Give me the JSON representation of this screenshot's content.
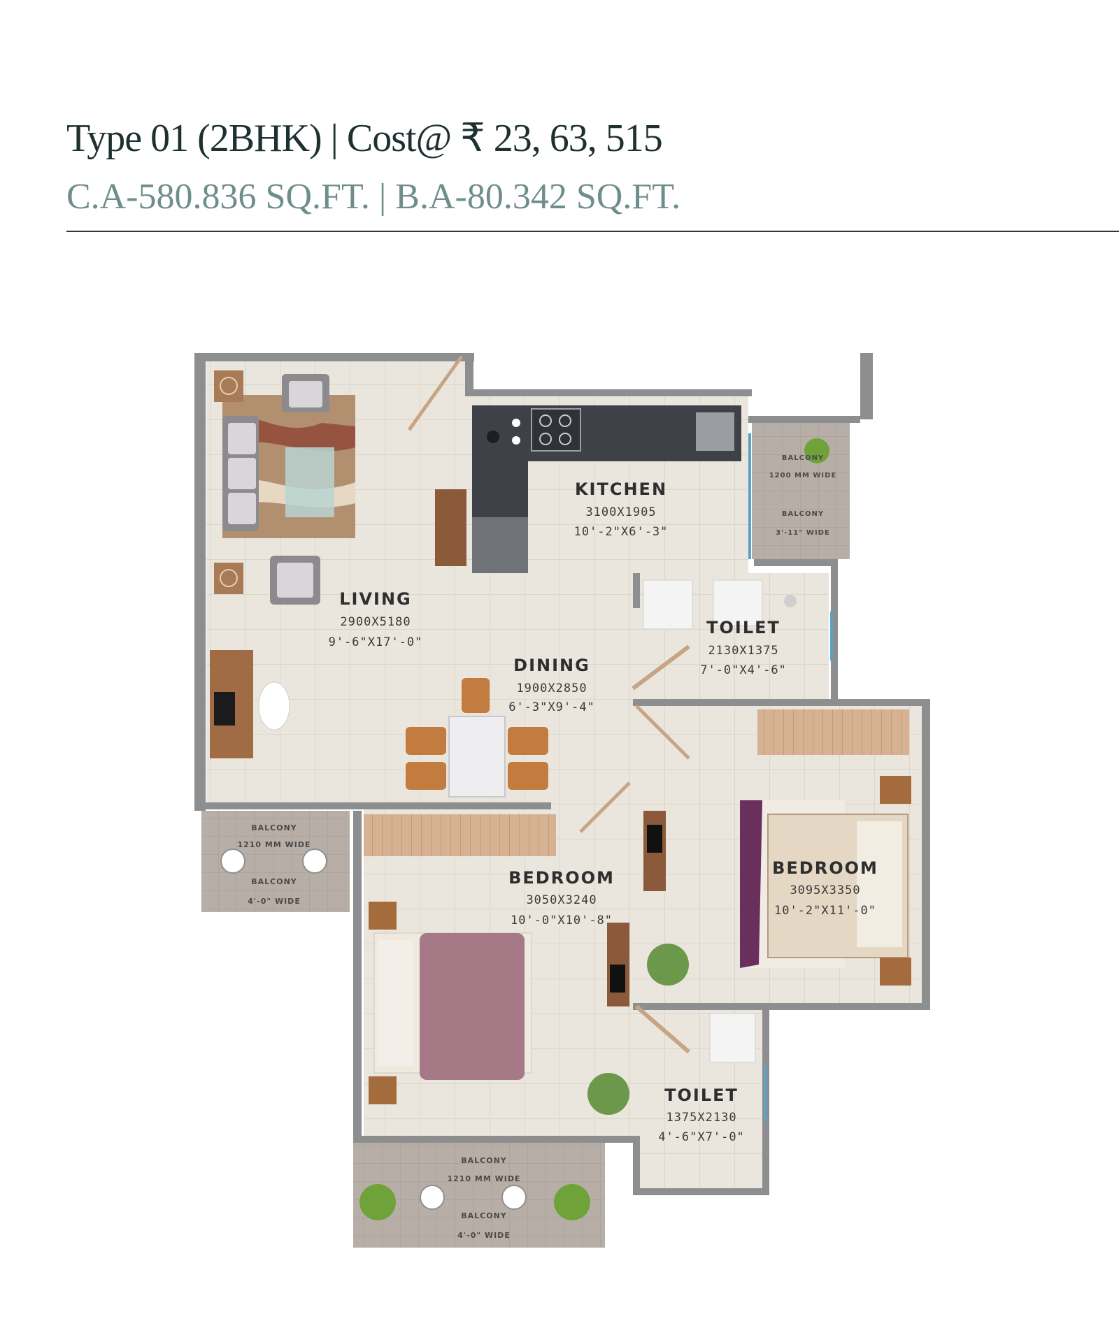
{
  "header": {
    "title": "Type 01 (2BHK) | Cost@ ₹ 23, 63, 515",
    "subtitle": "C.A-580.836 SQ.FT. | B.A-80.342 SQ.FT."
  },
  "rooms": {
    "kitchen": {
      "name": "KITCHEN",
      "mm": "3100X1905",
      "ft": "10'-2\"X6'-3\""
    },
    "living": {
      "name": "LIVING",
      "mm": "2900X5180",
      "ft": "9'-6\"X17'-0\""
    },
    "dining": {
      "name": "DINING",
      "mm": "1900X2850",
      "ft": "6'-3\"X9'-4\""
    },
    "toilet_1": {
      "name": "TOILET",
      "mm": "2130X1375",
      "ft": "7'-0\"X4'-6\""
    },
    "bedroom_1": {
      "name": "BEDROOM",
      "mm": "3050X3240",
      "ft": "10'-0\"X10'-8\""
    },
    "bedroom_2": {
      "name": "BEDROOM",
      "mm": "3095X3350",
      "ft": "10'-2\"X11'-0\""
    },
    "toilet_2": {
      "name": "TOILET",
      "mm": "1375X2130",
      "ft": "4'-6\"X7'-0\""
    }
  },
  "balconies": {
    "kitchen_balcony": {
      "line1": "BALCONY",
      "line2": "1200 MM WIDE",
      "line3": "BALCONY",
      "line4": "3'-11\" WIDE"
    },
    "living_balcony": {
      "line1": "BALCONY",
      "line2": "1210 MM WIDE",
      "line3": "BALCONY",
      "line4": "4'-0\" WIDE"
    },
    "bedroom_balcony": {
      "line1": "BALCONY",
      "line2": "1210 MM WIDE",
      "line3": "BALCONY",
      "line4": "4'-0\" WIDE"
    }
  },
  "colors": {
    "title": "#1e3030",
    "subtitle": "#6e8e8c",
    "wall": "#8d8e90",
    "floor": "#e9e4da",
    "wood": "#c9a27c",
    "balcony_tile": "#b3aaa3"
  }
}
